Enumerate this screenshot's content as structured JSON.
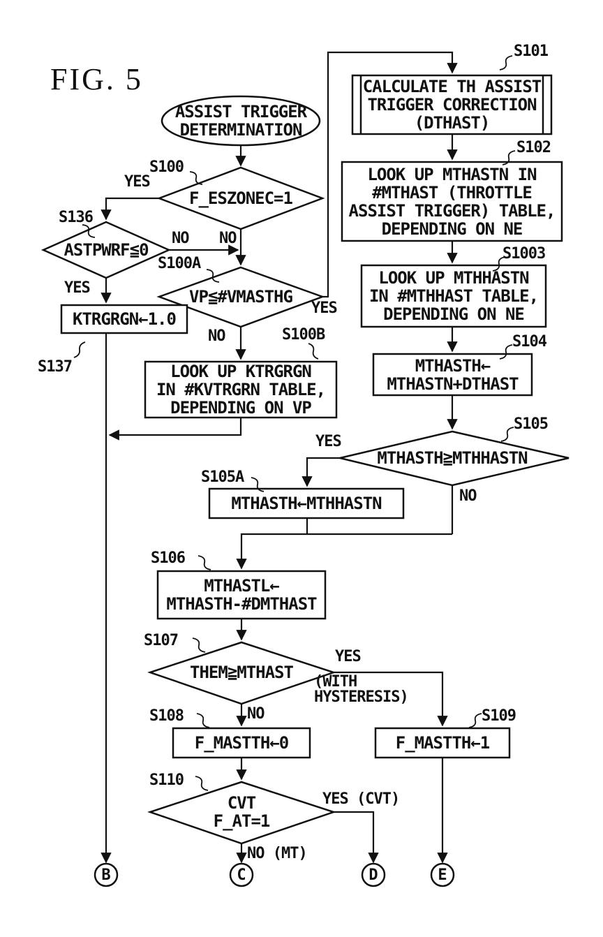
{
  "figure": {
    "title": "FIG. 5"
  },
  "start": {
    "text": "ASSIST TRIGGER\nDETERMINATION"
  },
  "nodes": {
    "s100": {
      "label": "S100",
      "text": "F_ESZONEC=1"
    },
    "s136": {
      "label": "S136",
      "text": "ASTPWRF≦0"
    },
    "s100a": {
      "label": "S100A",
      "text": "VP≦#VMASTHG"
    },
    "s137": {
      "label": "S137",
      "text": "KTRGRGN←1.0"
    },
    "s100b": {
      "label": "S100B",
      "text": "LOOK UP KTRGRGN\nIN #KVTRGRN TABLE,\nDEPENDING ON VP"
    },
    "s101": {
      "label": "S101",
      "text": "CALCULATE TH ASSIST\nTRIGGER CORRECTION\n(DTHAST)"
    },
    "s102": {
      "label": "S102",
      "text": "LOOK UP MTHASTN IN\n#MTHAST (THROTTLE\nASSIST TRIGGER) TABLE,\nDEPENDING ON NE"
    },
    "s1003": {
      "label": "S1003",
      "text": "LOOK UP MTHHASTN\nIN #MTHHAST TABLE,\nDEPENDING ON NE"
    },
    "s104": {
      "label": "S104",
      "text": "MTHASTH←\nMTHASTN+DTHAST"
    },
    "s105": {
      "label": "S105",
      "text": "MTHASTH≧MTHHASTN"
    },
    "s105a": {
      "label": "S105A",
      "text": "MTHASTH←MTHHASTN"
    },
    "s106": {
      "label": "S106",
      "text": "MTHASTL←\nMTHASTH-#DMTHAST"
    },
    "s107": {
      "label": "S107",
      "text": "THEM≧MTHAST"
    },
    "s108": {
      "label": "S108",
      "text": "F_MASTTH←0"
    },
    "s109": {
      "label": "S109",
      "text": "F_MASTTH←1"
    },
    "s110": {
      "label": "S110",
      "text": "CVT\nF_AT=1"
    }
  },
  "branches": {
    "s100_yes": "YES",
    "s100_no": "NO",
    "s136_no": "NO",
    "s136_yes": "YES",
    "s100a_yes": "YES",
    "s100a_no": "NO",
    "s105_yes": "YES",
    "s105_no": "NO",
    "s107_yes": "YES",
    "s107_yes_note": "(WITH\nHYSTERESIS)",
    "s107_no": "NO",
    "s110_yes": "YES (CVT)",
    "s110_no": "NO (MT)"
  },
  "connectors": {
    "b": "B",
    "c": "C",
    "d": "D",
    "e": "E"
  },
  "colors": {
    "ink": "#111111",
    "background": "#ffffff"
  }
}
